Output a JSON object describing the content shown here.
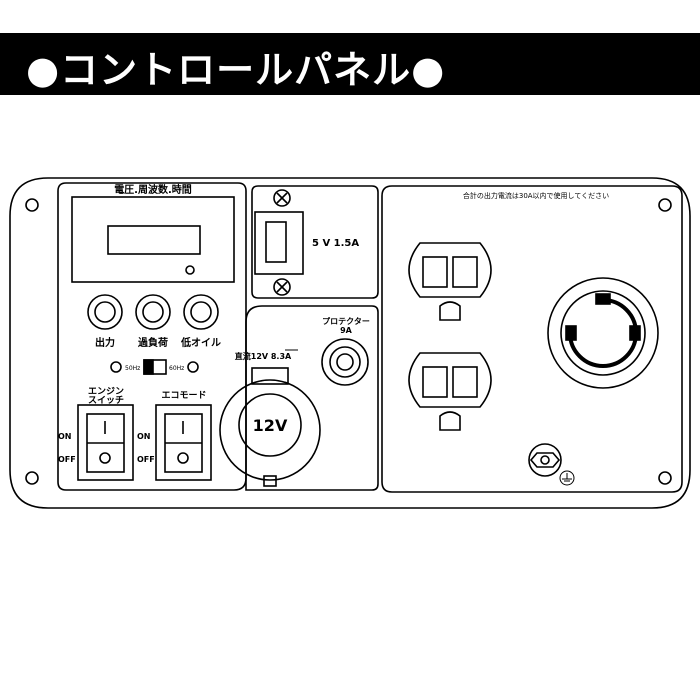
{
  "header": {
    "title": "●コントロールパネル●"
  },
  "display_section": {
    "label": "電圧.周波数.時間"
  },
  "indicators": {
    "output": "出力",
    "overload": "過負荷",
    "low_oil": "低オイル"
  },
  "frequency_switch": {
    "left": "50Hz",
    "right": "60Hz"
  },
  "engine_switch": {
    "label_line1": "エンジン",
    "label_line2": "スイッチ",
    "on": "ON",
    "off": "OFF"
  },
  "eco_mode": {
    "label": "エコモード",
    "on": "ON",
    "off": "OFF"
  },
  "usb": {
    "label": "5 V 1.5A"
  },
  "protector": {
    "label_line1": "プロテクター",
    "label_line2": "9A"
  },
  "dc_outlet": {
    "label": "直流12V 8.3A",
    "socket_text": "12V"
  },
  "ac_section": {
    "note": "合計の出力電流は30A以内で使用してください"
  }
}
